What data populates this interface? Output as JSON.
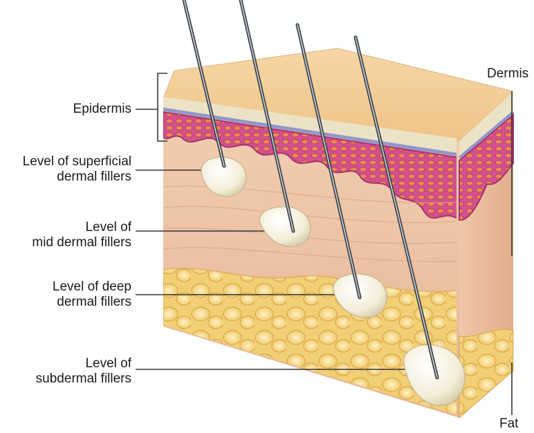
{
  "labels": {
    "epidermis": "Epidermis",
    "superficial": [
      "Level of superficial",
      "dermal fillers"
    ],
    "mid": [
      "Level of",
      "mid dermal fillers"
    ],
    "deep": [
      "Level of deep",
      "dermal fillers"
    ],
    "subdermal": [
      "Level of",
      "subdermal fillers"
    ],
    "dermis": "Dermis",
    "fat": "Fat"
  },
  "colors": {
    "surface": "#f4cf9c",
    "epidermis_band": "#e9dfc4",
    "basal_line": "#8f97c9",
    "papillary": "#d0468a",
    "dermis": "#edc4a8",
    "fat": "#f3d27a",
    "filler": "#f7f3e4",
    "needle": "#555b63"
  },
  "icons": [
    "needle-icon",
    "filler-deposit-icon"
  ]
}
